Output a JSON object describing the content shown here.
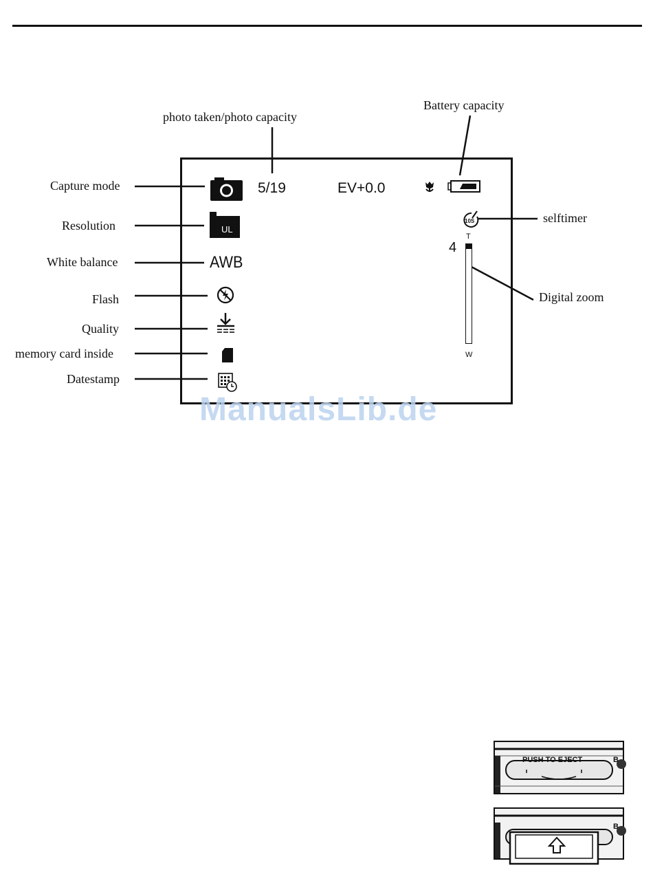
{
  "callouts": {
    "photo_count": "photo taken/photo capacity",
    "battery": "Battery capacity",
    "capture_mode": "Capture mode",
    "resolution": "Resolution",
    "white_balance": "White balance",
    "flash": "Flash",
    "quality": "Quality",
    "memory_card": "memory card inside",
    "datestamp": "Datestamp",
    "selftimer": "selftimer",
    "digital_zoom": "Digital zoom"
  },
  "lcd": {
    "photo_count": "5/19",
    "ev": "EV+0.0",
    "resolution_badge": "UL",
    "white_balance": "AWB",
    "selftimer_badge": "10S",
    "zoom_value": "4",
    "zoom_tele": "T",
    "zoom_wide": "W",
    "zoom_level": 0.05
  },
  "eject_panel": {
    "label": "PUSH TO EJECT",
    "side_mark": "B"
  },
  "watermark": "ManualsLib.de",
  "icons": {
    "capture_mode": "camera-icon",
    "resolution": "card-badge-icon",
    "flash": "flash-off-icon",
    "quality": "quality-download-icon",
    "memory_card": "memory-card-icon",
    "datestamp": "calendar-clock-icon",
    "macro": "macro-tulip-icon",
    "battery": "battery-icon",
    "selftimer": "selftimer-icon"
  }
}
